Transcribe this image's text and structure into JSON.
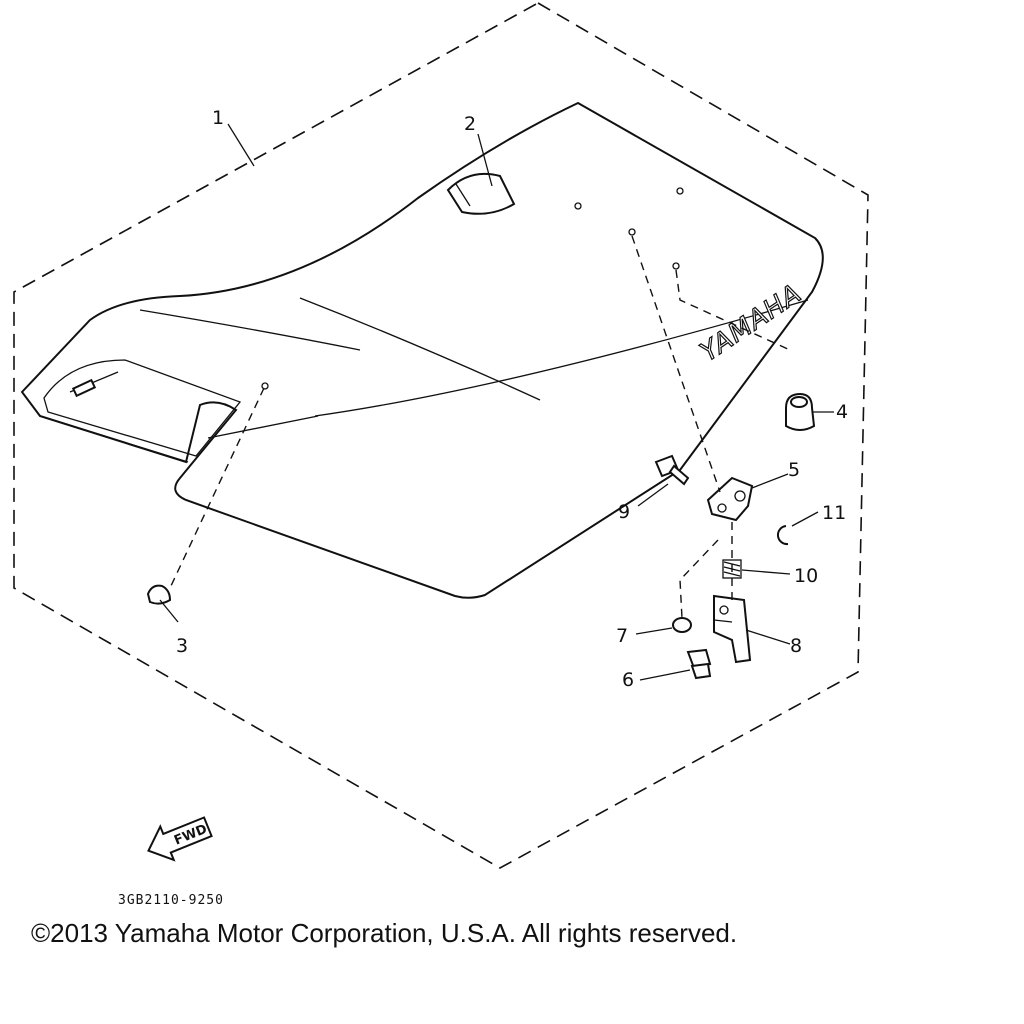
{
  "diagram": {
    "brand_on_seat": "YAMAHA",
    "fwd_label": "FWD",
    "part_code": "3GB2110-9250",
    "callouts": [
      "1",
      "2",
      "3",
      "4",
      "5",
      "6",
      "7",
      "8",
      "9",
      "10",
      "11"
    ]
  },
  "footer": {
    "copyright": "©2013 Yamaha Motor Corporation, U.S.A. All rights reserved."
  }
}
